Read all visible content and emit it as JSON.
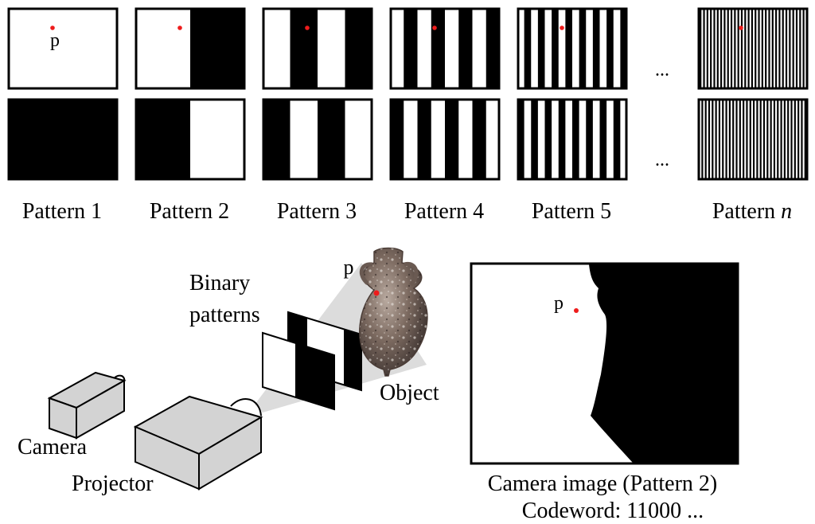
{
  "patterns": {
    "labels": [
      "Pattern 1",
      "Pattern 2",
      "Pattern 3",
      "Pattern 4",
      "Pattern 5",
      "Pattern "
    ],
    "last_label_italic": "n",
    "ellipsis": "...",
    "point_label": "p",
    "point_color": "#ee1c1c"
  },
  "scene": {
    "binary_patterns_line1": "Binary",
    "binary_patterns_line2": "patterns",
    "object_label": "Object",
    "camera_label": "Camera",
    "projector_label": "Projector",
    "object_point_label": "p",
    "device_color": "#d3d3d3"
  },
  "camera_image": {
    "point_label": "p",
    "caption": "Camera image (Pattern 2)",
    "codeword": "Codeword: 11000 ..."
  }
}
